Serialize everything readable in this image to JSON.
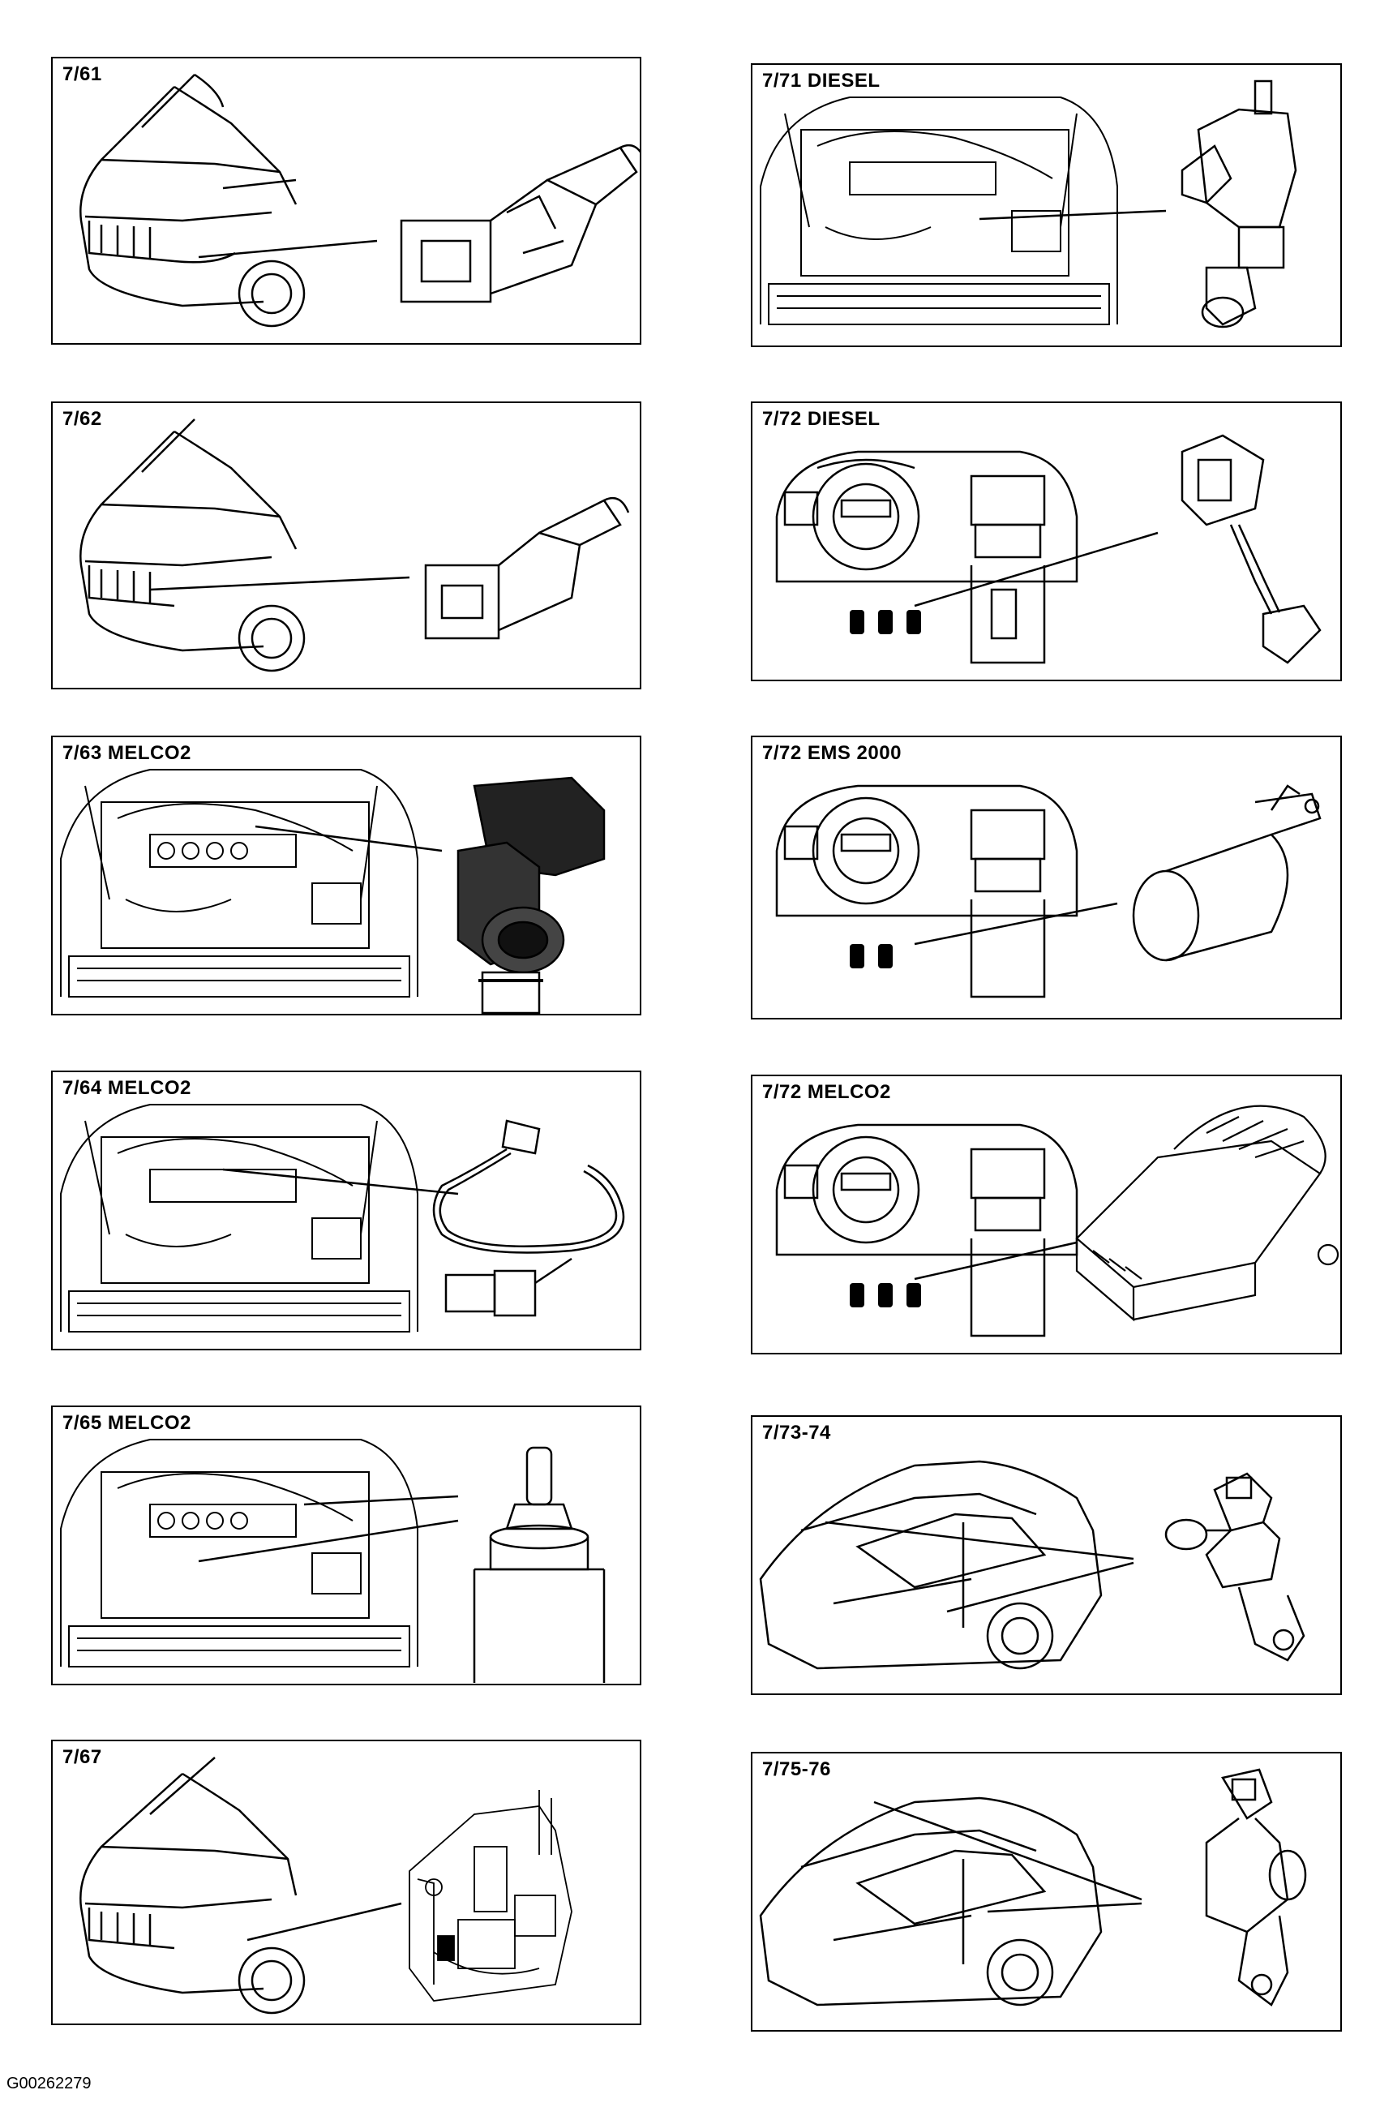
{
  "panels": [
    {
      "id": "p1",
      "label": "7/61",
      "scene": "car-front",
      "component": "temp-sensor"
    },
    {
      "id": "p2",
      "label": "7/71 DIESEL",
      "scene": "engine-bay",
      "component": "pressure-sensor"
    },
    {
      "id": "p3",
      "label": "7/62",
      "scene": "car-front",
      "component": "temp-sensor-small"
    },
    {
      "id": "p4",
      "label": "7/72 DIESEL",
      "scene": "dashboard",
      "component": "pedal-sensor"
    },
    {
      "id": "p5",
      "label": "7/63 MELCO2",
      "scene": "engine-bay",
      "component": "throttle-body"
    },
    {
      "id": "p6",
      "label": "7/72 EMS 2000",
      "scene": "dashboard",
      "component": "canister"
    },
    {
      "id": "p7",
      "label": "7/64 MELCO2",
      "scene": "engine-bay",
      "component": "knock-sensor-lead"
    },
    {
      "id": "p8",
      "label": "7/72 MELCO2",
      "scene": "dashboard",
      "component": "control-module"
    },
    {
      "id": "p9",
      "label": "7/65 MELCO2",
      "scene": "engine-bay",
      "component": "pressure-switch"
    },
    {
      "id": "p10",
      "label": "7/73-74",
      "scene": "car-side",
      "component": "speed-sensor"
    },
    {
      "id": "p11",
      "label": "7/67",
      "scene": "car-front",
      "component": "pump-assembly"
    },
    {
      "id": "p12",
      "label": "7/75-76",
      "scene": "car-side",
      "component": "speed-sensor"
    }
  ],
  "footer": {
    "figure_id": "G00262279"
  }
}
